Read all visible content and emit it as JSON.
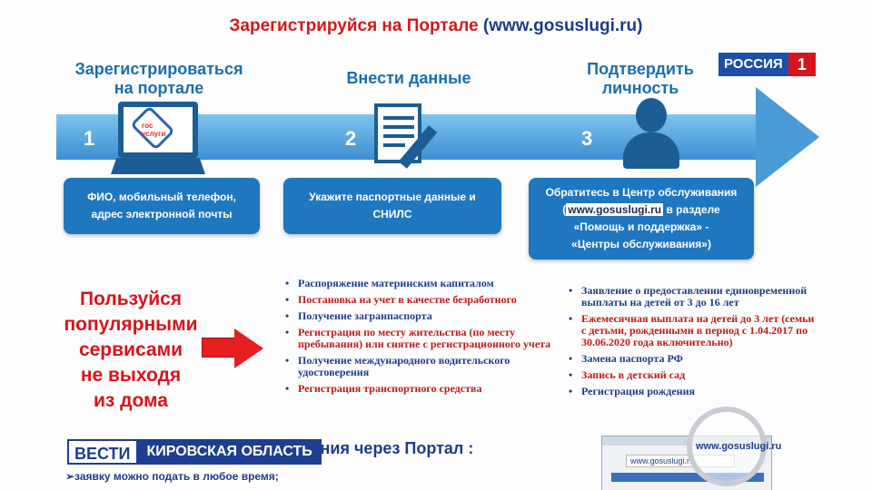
{
  "header": {
    "title_main": "Зарегистрируйся на Портале",
    "title_url": "(www.gosuslugi.ru)"
  },
  "steps": [
    {
      "heading_line1": "Зарегистрироваться",
      "heading_line2": "на портале",
      "number": "1",
      "box_line1": "ФИО, мобильный телефон,",
      "box_line2": "адрес электронной почты"
    },
    {
      "heading_line1": "Внести данные",
      "heading_line2": "",
      "number": "2",
      "box_line1": "Укажите паспортные данные и",
      "box_line2": "СНИЛС"
    },
    {
      "heading_line1": "Подтвердить",
      "heading_line2": "личность",
      "number": "3",
      "box_line1": "Обратитесь в Центр обслуживания",
      "box_url": "www.gosuslugi.ru",
      "box_line2_after": " в разделе",
      "box_line3": "«Помощь и поддержка» -",
      "box_line4": "«Центры обслуживания»)"
    }
  ],
  "laptop_logo": {
    "line1": "гос",
    "line2": "услуги"
  },
  "promo": {
    "line1": "Пользуйся",
    "line2": "популярными",
    "line3": "сервисами",
    "line4": "не выходя",
    "line5": "из дома"
  },
  "services_col1": [
    {
      "text": "Распоряжение материнским капиталом",
      "color": "blue"
    },
    {
      "text": "Постановка на учет в качестве безработного",
      "color": "red"
    },
    {
      "text": "Получение загранпаспорта",
      "color": "blue"
    },
    {
      "text": "Регистрация по месту жительства (по месту пребывания) или снятие с регистрационного учета",
      "color": "red"
    },
    {
      "text": "Получение международного водительского удостоверения",
      "color": "blue"
    },
    {
      "text": "Регистрация транспортного средства",
      "color": "red"
    }
  ],
  "services_col2": [
    {
      "text": "Заявление о предоставлении единовременной выплаты на детей от 3 до 16 лет",
      "color": "blue"
    },
    {
      "text": "Ежемесячная выплата на детей до 3 лет (семьи с детьми, рожденными в период с 1.04.2017 по 30.06.2020 года включительно)",
      "color": "red"
    },
    {
      "text": "Замена паспорта РФ",
      "color": "blue"
    },
    {
      "text": "Запись в детский сад",
      "color": "red"
    },
    {
      "text": "Регистрация рождения",
      "color": "blue"
    }
  ],
  "bottom": {
    "title": "явления через Портал :",
    "line": "➢заявку можно подать в любое время;"
  },
  "browser_mock": {
    "url": "www.gosuslugi.ru",
    "magnified_url": "www.gosuslugi.ru"
  },
  "broadcast": {
    "channel_word": "РОССИЯ",
    "channel_num": "1",
    "vesti": "ВЕСТИ",
    "region": "КИРОВСКАЯ ОБЛАСТЬ"
  },
  "colors": {
    "accent_blue": "#1f77bf",
    "arrow_blue": "#4a9ad6",
    "promo_red": "#d8141c",
    "text_blue": "#1f3c8a",
    "text_red": "#c01818"
  }
}
